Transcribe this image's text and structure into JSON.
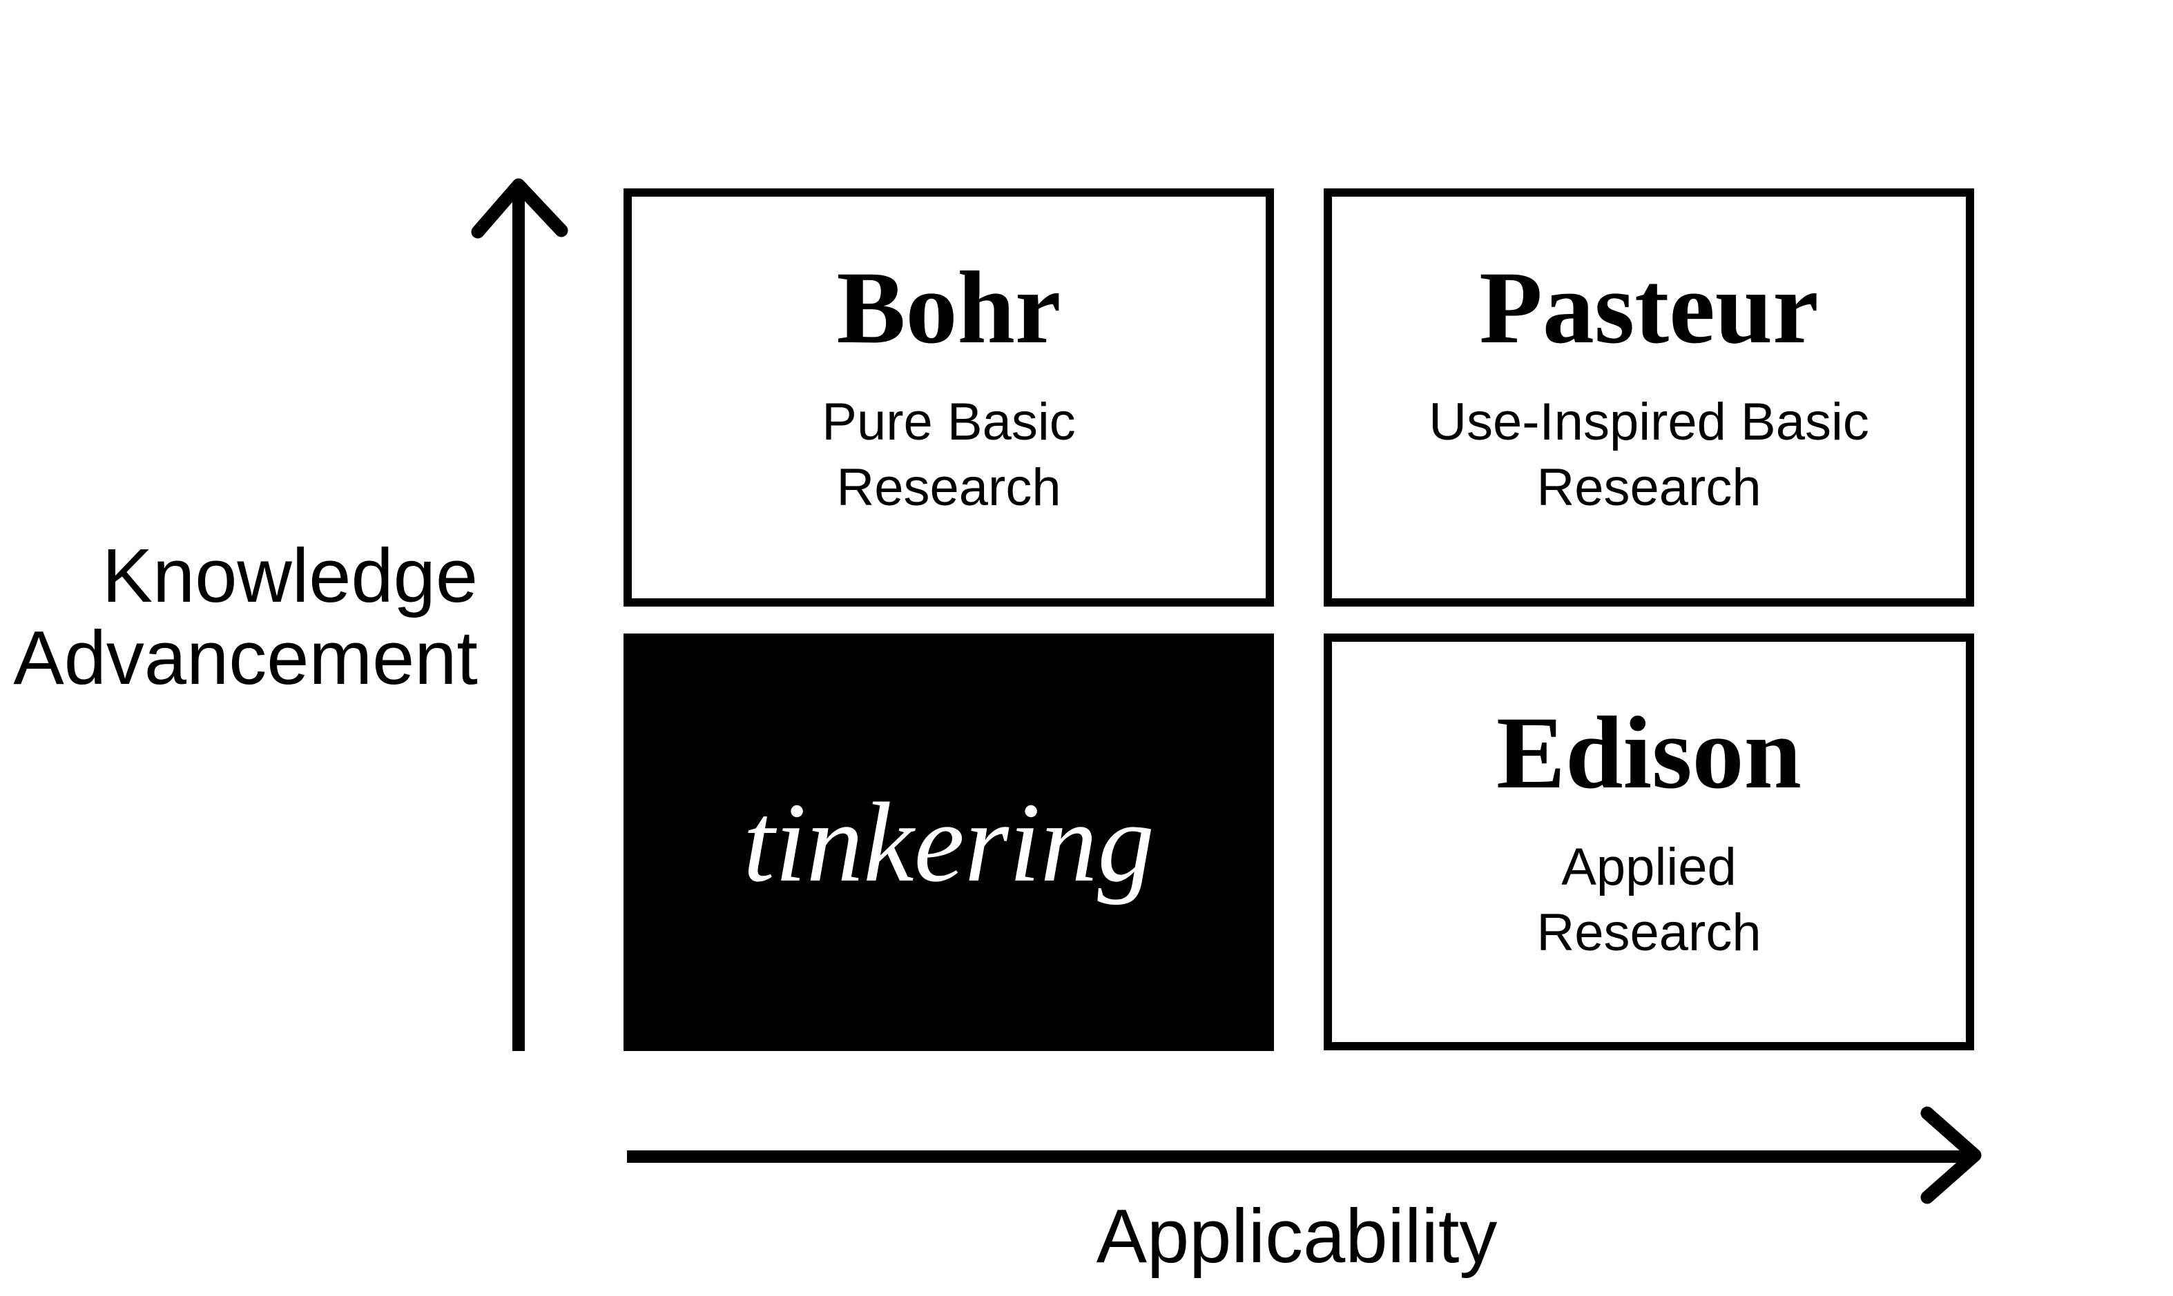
{
  "canvas": {
    "bg": "#ffffff",
    "ink": "#000000"
  },
  "y_axis": {
    "label_line1": "Knowledge",
    "label_line2": "Advancement"
  },
  "x_axis": {
    "label": "Applicability"
  },
  "quadrants": {
    "top_left": {
      "title": "Bohr",
      "subtitle_line1": "Pure Basic",
      "subtitle_line2": "Research",
      "style": "outlined"
    },
    "top_right": {
      "title": "Pasteur",
      "subtitle_line1": "Use-Inspired Basic",
      "subtitle_line2": "Research",
      "style": "outlined"
    },
    "bottom_left": {
      "label": "tinkering",
      "style": "filled-black"
    },
    "bottom_right": {
      "title": "Edison",
      "subtitle_line1": "Applied",
      "subtitle_line2": "Research",
      "style": "outlined"
    }
  }
}
